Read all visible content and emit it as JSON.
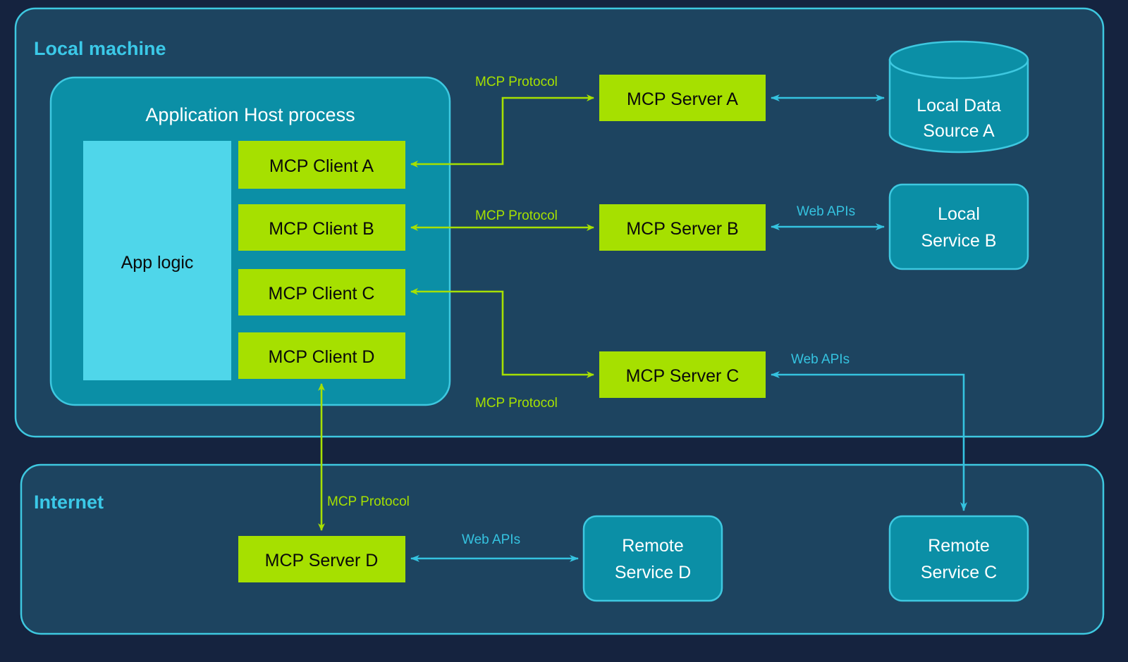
{
  "colors": {
    "background": "#15233f",
    "panel_fill": "#1d4460",
    "panel_stroke": "#3ec8e0",
    "host_fill": "#0b8fa6",
    "host_stroke": "#3ec8e0",
    "app_logic_fill": "#4fd6ea",
    "green": "#a6e000",
    "green_stroke": "#8fbf00",
    "cyan": "#35c3e0",
    "heading_cyan": "#3bc9e8",
    "text_white": "#ffffff",
    "text_dark": "#0a0a0a"
  },
  "panels": [
    {
      "id": "local-machine",
      "title": "Local machine"
    },
    {
      "id": "internet",
      "title": "Internet"
    }
  ],
  "host": {
    "title": "Application Host process",
    "app_logic_label": "App logic",
    "clients": [
      {
        "id": "client-a",
        "label": "MCP Client A"
      },
      {
        "id": "client-b",
        "label": "MCP Client B"
      },
      {
        "id": "client-c",
        "label": "MCP Client C"
      },
      {
        "id": "client-d",
        "label": "MCP Client D"
      }
    ]
  },
  "servers": [
    {
      "id": "server-a",
      "label": "MCP Server A"
    },
    {
      "id": "server-b",
      "label": "MCP Server B"
    },
    {
      "id": "server-c",
      "label": "MCP Server C"
    },
    {
      "id": "server-d",
      "label": "MCP Server D"
    }
  ],
  "resources": [
    {
      "id": "local-data-source-a",
      "shape": "cylinder",
      "line1": "Local Data",
      "line2": "Source A"
    },
    {
      "id": "local-service-b",
      "shape": "rounded-box",
      "line1": "Local",
      "line2": "Service B"
    },
    {
      "id": "remote-service-d",
      "shape": "rounded-box",
      "line1": "Remote",
      "line2": "Service D"
    },
    {
      "id": "remote-service-c",
      "shape": "rounded-box",
      "line1": "Remote",
      "line2": "Service C"
    }
  ],
  "edge_labels": {
    "mcp_a": "MCP Protocol",
    "mcp_b": "MCP Protocol",
    "mcp_c": "MCP Protocol",
    "mcp_d": "MCP Protocol",
    "web_b": "Web APIs",
    "web_c": "Web APIs",
    "web_d": "Web APIs"
  }
}
